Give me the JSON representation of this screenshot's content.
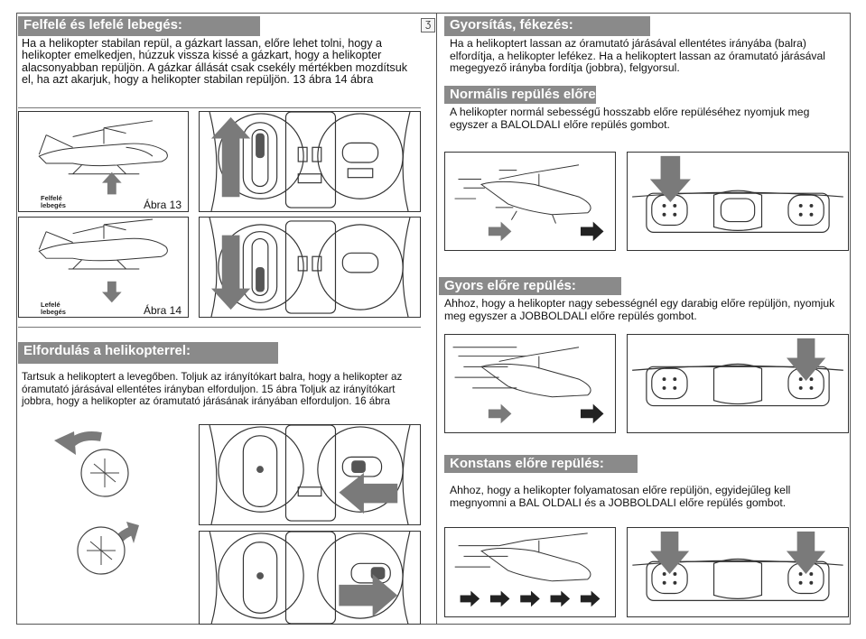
{
  "left": {
    "section1": {
      "title": "Felfelé és lefelé lebegés:",
      "text": "Ha a helikopter stabilan repül, a gázkart lassan, előre lehet tolni, hogy a helikopter emelkedjen, húzzuk vissza kissé a gázkart, hogy a helikopter alacsonyabban repüljön. A gázkar állását csak csekély mértékben mozdítsuk el, ha azt akarjuk, hogy a helikopter stabilan repüljön. 13 ábra 14 ábra",
      "fig13_label": "Felfelé lebegés",
      "fig13_caption": "Ábra 13",
      "fig14_label": "Lefelé lebegés",
      "fig14_caption": "Ábra 14"
    },
    "section2": {
      "title": "Elfordulás a helikopterrel:",
      "text": "Tartsuk a helikoptert a levegőben. Toljuk az irányítókart balra, hogy a helikopter az óramutató járásával ellentétes irányban elforduljon. 15 ábra Toljuk az irányítókart jobbra, hogy a helikopter az óramutató járásának irányában elforduljon. 16 ábra"
    }
  },
  "right": {
    "section1": {
      "title": "Gyorsítás, fékezés:",
      "text": "Ha a helikoptert lassan az óramutató járásával ellentétes irányába (balra) elfordítja, a helikopter lefékez. Ha a helikoptert lassan az óramutató járásával megegyező irányba fordítja (jobbra), felgyorsul."
    },
    "section2": {
      "title": "Normális repülés előre:",
      "text": "A helikopter normál sebességű hosszabb előre repüléséhez nyomjuk meg egyszer a BALOLDALI előre repülés gombot."
    },
    "section3": {
      "title": "Gyors előre repülés:",
      "text": "Ahhoz, hogy a helikopter nagy sebességnél egy darabig előre repüljön, nyomjuk meg egyszer a JOBBOLDALI előre repülés gombot."
    },
    "section4": {
      "title": "Konstans előre repülés:",
      "text": "Ahhoz, hogy a helikopter folyamatosan előre repüljön, egyidejűleg kell megnyomni a BAL OLDALI és a JOBBOLDALI előre repülés gombot."
    }
  },
  "icon": {
    "name": "document-icon",
    "glyph": "Ʒ"
  },
  "colors": {
    "header_bg": "#8a8a8a",
    "arrow_gray": "#7a7a7a",
    "arrow_dark": "#222222"
  }
}
